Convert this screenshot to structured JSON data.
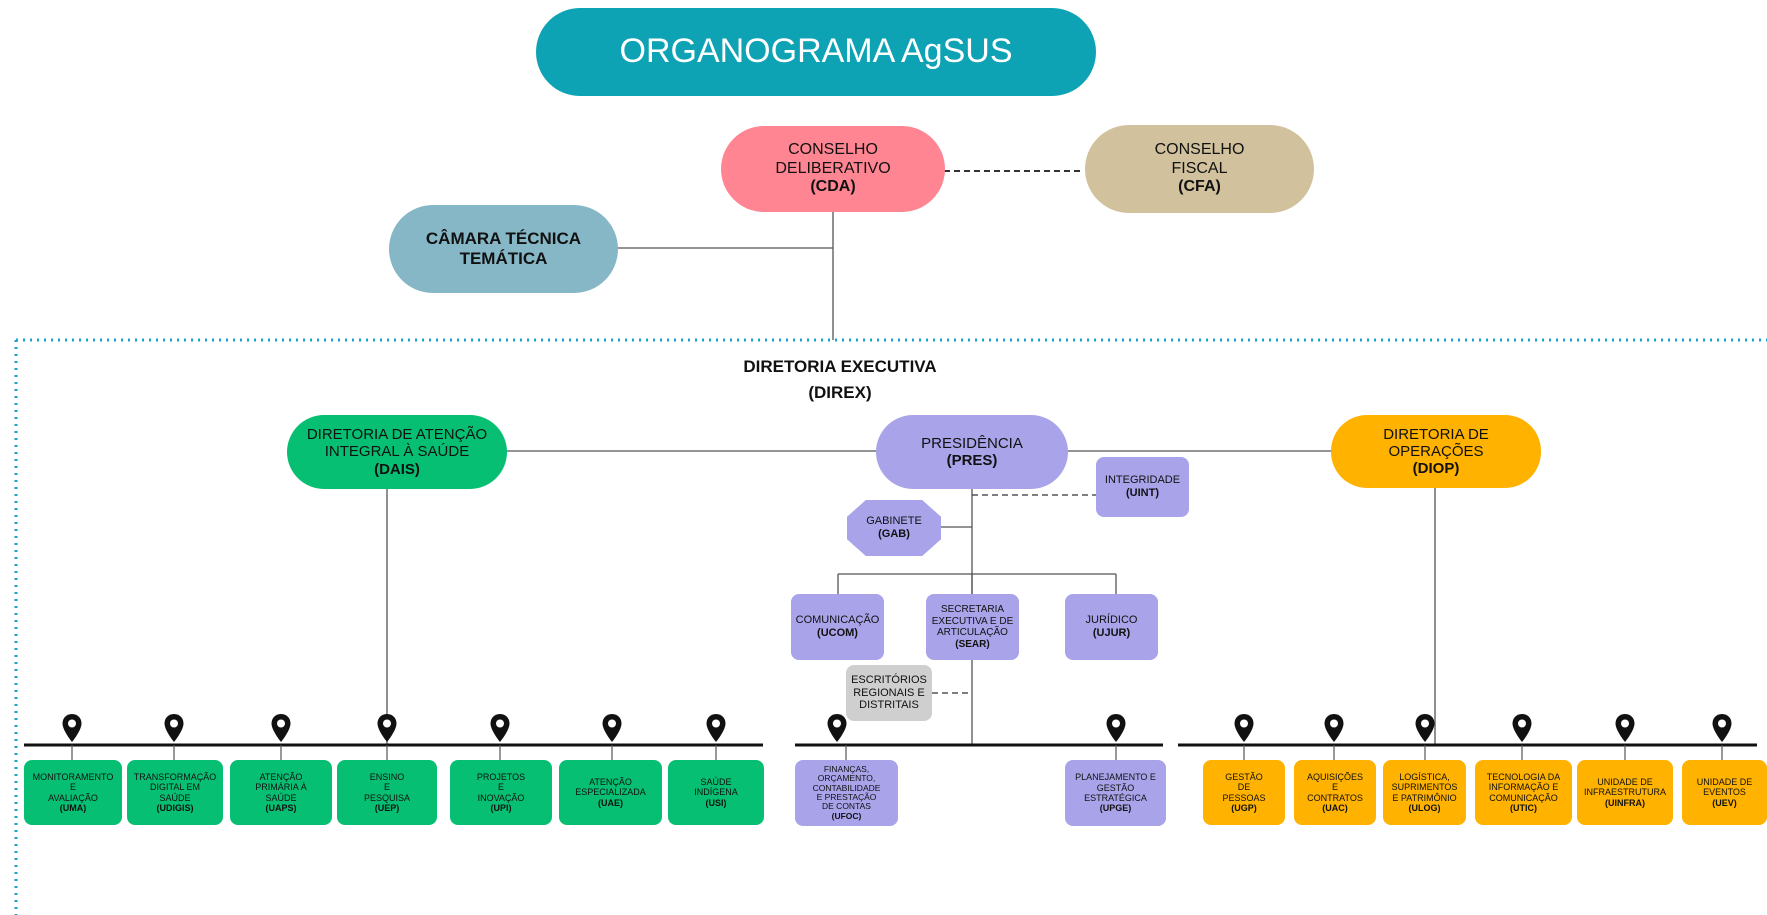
{
  "title": "ORGANOGRAMA AgSUS",
  "councils": {
    "cda": {
      "name_line1": "CONSELHO",
      "name_line2": "DELIBERATIVO",
      "abbr": "(CDA)"
    },
    "cfa": {
      "name_line1": "CONSELHO",
      "name_line2": "FISCAL",
      "abbr": "(CFA)"
    },
    "ctt": {
      "name_line1": "CÂMARA TÉCNICA",
      "name_line2": "TEMÁTICA"
    }
  },
  "direx": {
    "name": "DIRETORIA EXECUTIVA",
    "abbr": "(DIREX)"
  },
  "directorates": {
    "dais": {
      "name_line1": "DIRETORIA DE ATENÇÃO",
      "name_line2": "INTEGRAL À SAÚDE",
      "abbr": "(DAIS)"
    },
    "pres": {
      "name": "PRESIDÊNCIA",
      "abbr": "(PRES)"
    },
    "diop": {
      "name_line1": "DIRETORIA DE",
      "name_line2": "OPERAÇÕES",
      "abbr": "(DIOP)"
    }
  },
  "presidency_units": {
    "uint": {
      "name": "INTEGRIDADE",
      "abbr": "(UINT)"
    },
    "gab": {
      "name": "GABINETE",
      "abbr": "(GAB)"
    },
    "ucom": {
      "name": "COMUNICAÇÃO",
      "abbr": "(UCOM)"
    },
    "sear": {
      "name_line1": "SECRETARIA",
      "name_line2": "EXECUTIVA E DE",
      "name_line3": "ARTICULAÇÃO",
      "abbr": "(SEAR)"
    },
    "ujur": {
      "name": "JURÍDICO",
      "abbr": "(UJUR)"
    },
    "escritorios": {
      "name_line1": "ESCRITÓRIOS",
      "name_line2": "REGIONAIS E",
      "name_line3": "DISTRITAIS"
    },
    "ufoc": {
      "name_line1": "FINANÇAS,",
      "name_line2": "ORÇAMENTO,",
      "name_line3": "CONTABILIDADE",
      "name_line4": "E PRESTAÇÃO",
      "name_line5": "DE CONTAS",
      "abbr": "(UFOC)"
    },
    "upge": {
      "name_line1": "PLANEJAMENTO E",
      "name_line2": "GESTÃO",
      "name_line3": "ESTRATÉGICA",
      "abbr": "(UPGE)"
    }
  },
  "dais_units": [
    {
      "l1": "MONITORAMENTO",
      "l2": "E",
      "l3": "AVALIAÇÃO",
      "abbr": "(UMA)"
    },
    {
      "l1": "TRANSFORMAÇÃO",
      "l2": "DIGITAL EM",
      "l3": "SAÚDE",
      "abbr": "(UDIGIS)"
    },
    {
      "l1": "ATENÇÃO",
      "l2": "PRIMÁRIA À",
      "l3": "SAÚDE",
      "abbr": "(UAPS)"
    },
    {
      "l1": "ENSINO",
      "l2": "E",
      "l3": "PESQUISA",
      "abbr": "(UEP)"
    },
    {
      "l1": "PROJETOS",
      "l2": "E",
      "l3": "INOVAÇÃO",
      "abbr": "(UPI)"
    },
    {
      "l1": "ATENÇÃO",
      "l2": "ESPECIALIZADA",
      "l3": "",
      "abbr": "(UAE)"
    },
    {
      "l1": "SAÚDE",
      "l2": "INDÍGENA",
      "l3": "",
      "abbr": "(USI)"
    }
  ],
  "diop_units": [
    {
      "l1": "GESTÃO",
      "l2": "DE",
      "l3": "PESSOAS",
      "abbr": "(UGP)"
    },
    {
      "l1": "AQUISIÇÕES",
      "l2": "E",
      "l3": "CONTRATOS",
      "abbr": "(UAC)"
    },
    {
      "l1": "LOGÍSTICA,",
      "l2": "SUPRIMENTOS",
      "l3": "E PATRIMÔNIO",
      "abbr": "(ULOG)"
    },
    {
      "l1": "TECNOLOGIA DA",
      "l2": "INFORMAÇÃO E",
      "l3": "COMUNICAÇÃO",
      "abbr": "(UTIC)"
    },
    {
      "l1": "UNIDADE DE",
      "l2": "INFRAESTRUTURA",
      "l3": "",
      "abbr": "(UINFRA)"
    },
    {
      "l1": "UNIDADE DE",
      "l2": "EVENTOS",
      "l3": "",
      "abbr": "(UEV)"
    }
  ],
  "colors": {
    "title": "#0ea3b4",
    "cda": "#ff8593",
    "cfa": "#d1c29d",
    "ctt": "#86b7c6",
    "dais": "#07bf72",
    "pres": "#a9a3ea",
    "diop": "#ffb200",
    "direx_border": "#1aa6c4"
  },
  "icons": {
    "unit_marker": "map-pin-icon"
  }
}
